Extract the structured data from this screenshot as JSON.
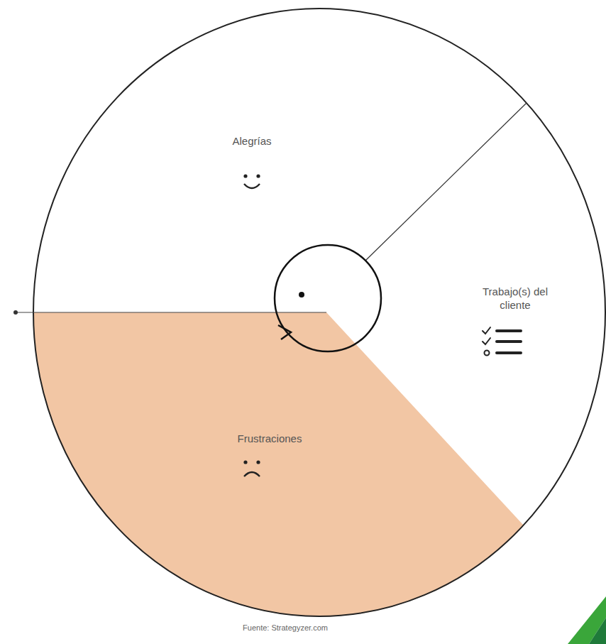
{
  "diagram": {
    "caption": "Fuente: Strategyzer.com",
    "nodes": [
      {
        "text": [
          "Alegrías"
        ]
      },
      {
        "text": [
          "Trabajo(s) del cliente"
        ]
      },
      {
        "text": [
          "Frustraciones"
        ]
      }
    ]
  }
}
